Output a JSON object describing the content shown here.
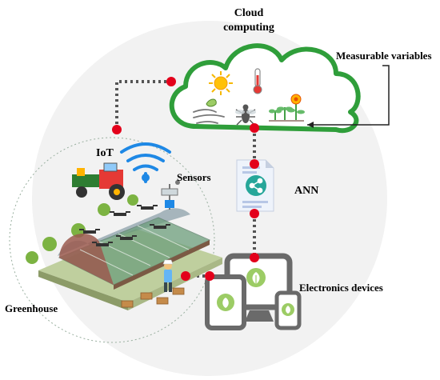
{
  "labels": {
    "cloud_line1": "Cloud",
    "cloud_line2": "computing",
    "measurable": "Measurable variables",
    "iot": "IoT",
    "sensors": "Sensors",
    "ann": "ANN",
    "electronics": "Electronics devices",
    "greenhouse": "Greenhouse"
  },
  "colors": {
    "cloud_outline": "#2f9e3a",
    "connector_dot": "#e3001b",
    "connector_line": "#555555",
    "background_circle": "#f1f1f1",
    "wifi": "#1e88e5",
    "device": "#6a6a6a",
    "leaf": "#9ccc65"
  },
  "icons": [
    "sun-icon",
    "thermometer-icon",
    "wind-icon",
    "insect-icon",
    "plants-icon",
    "wifi-icon",
    "ann-document-icon",
    "devices-icon",
    "greenhouse-icon",
    "tractor-icon",
    "farmer-icon"
  ]
}
